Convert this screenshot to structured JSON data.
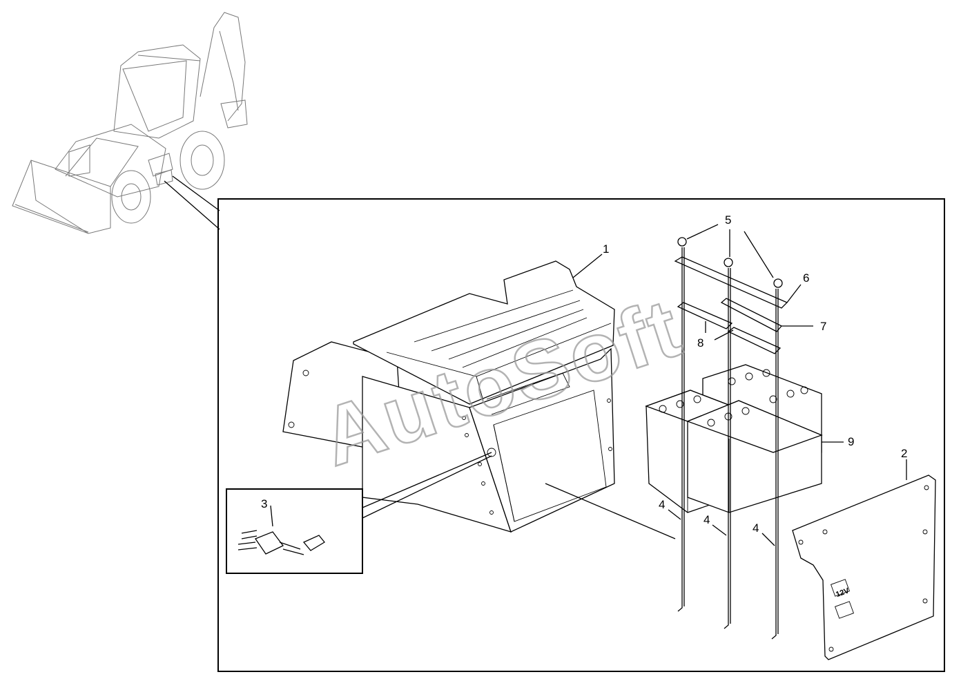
{
  "watermark": "AutoSoft",
  "callouts": {
    "c1": "1",
    "c2": "2",
    "c3": "3",
    "c4a": "4",
    "c4b": "4",
    "c4c": "4",
    "c5": "5",
    "c6": "6",
    "c7": "7",
    "c8": "8",
    "c9": "9"
  },
  "panel_label": "12V"
}
